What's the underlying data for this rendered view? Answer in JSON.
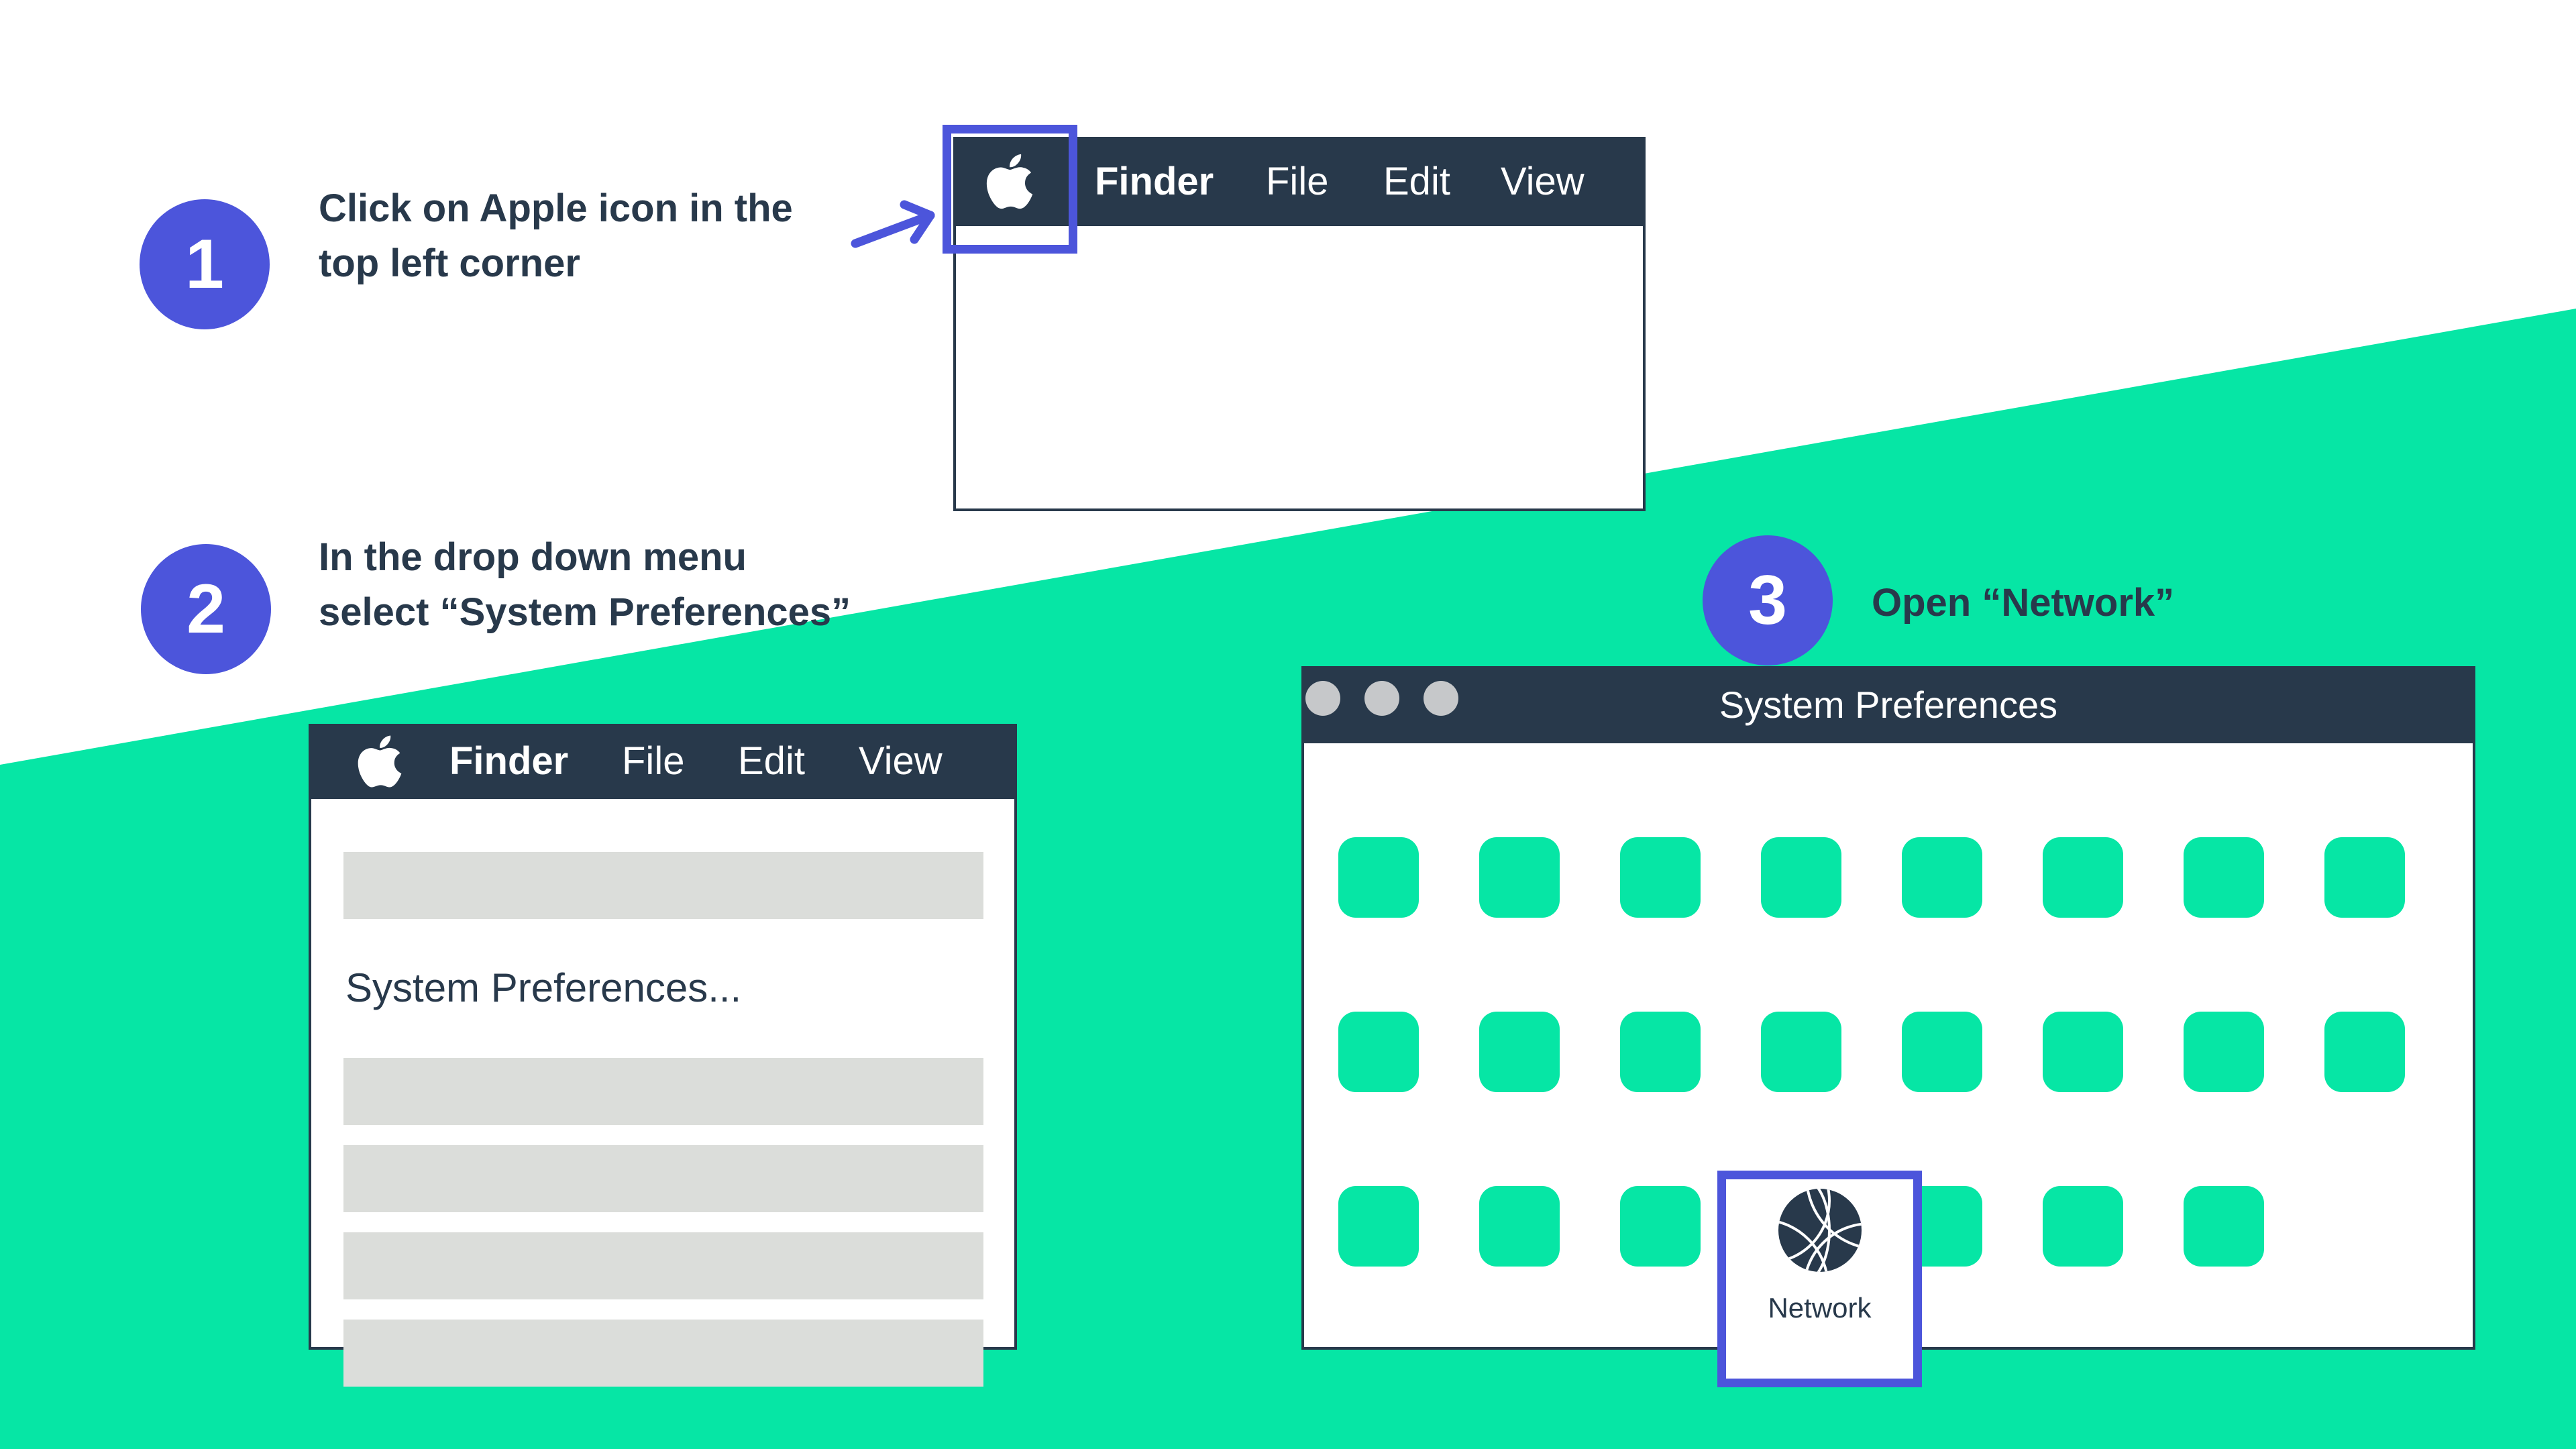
{
  "palette": {
    "teal": "#06E6A5",
    "navy": "#28394B",
    "accent_blue": "#4C55DB",
    "placeholder_gray": "#DBDDDA",
    "traffic_light_gray": "#C6C8CA",
    "white": "#FFFFFF"
  },
  "steps": [
    {
      "number": "1",
      "line1": "Click on Apple icon in the",
      "line2": "top left corner"
    },
    {
      "number": "2",
      "line1": "In the drop down menu",
      "line2": "select “System Preferences”"
    },
    {
      "number": "3",
      "line1": "Open “Network”",
      "line2": ""
    }
  ],
  "menubar": {
    "apple_icon": "apple-logo",
    "items": [
      {
        "label": "Finder",
        "bold": true
      },
      {
        "label": "File",
        "bold": false
      },
      {
        "label": "Edit",
        "bold": false
      },
      {
        "label": "View",
        "bold": false
      }
    ]
  },
  "dropdown_menu": {
    "highlighted_item": "System Preferences...",
    "placeholder_row_count": 5
  },
  "preferences_window": {
    "title": "System Preferences",
    "traffic_light_count": 3,
    "icon_grid_rows": [
      8,
      8,
      7
    ],
    "network_item": {
      "label": "Network",
      "icon": "globe-network"
    }
  }
}
